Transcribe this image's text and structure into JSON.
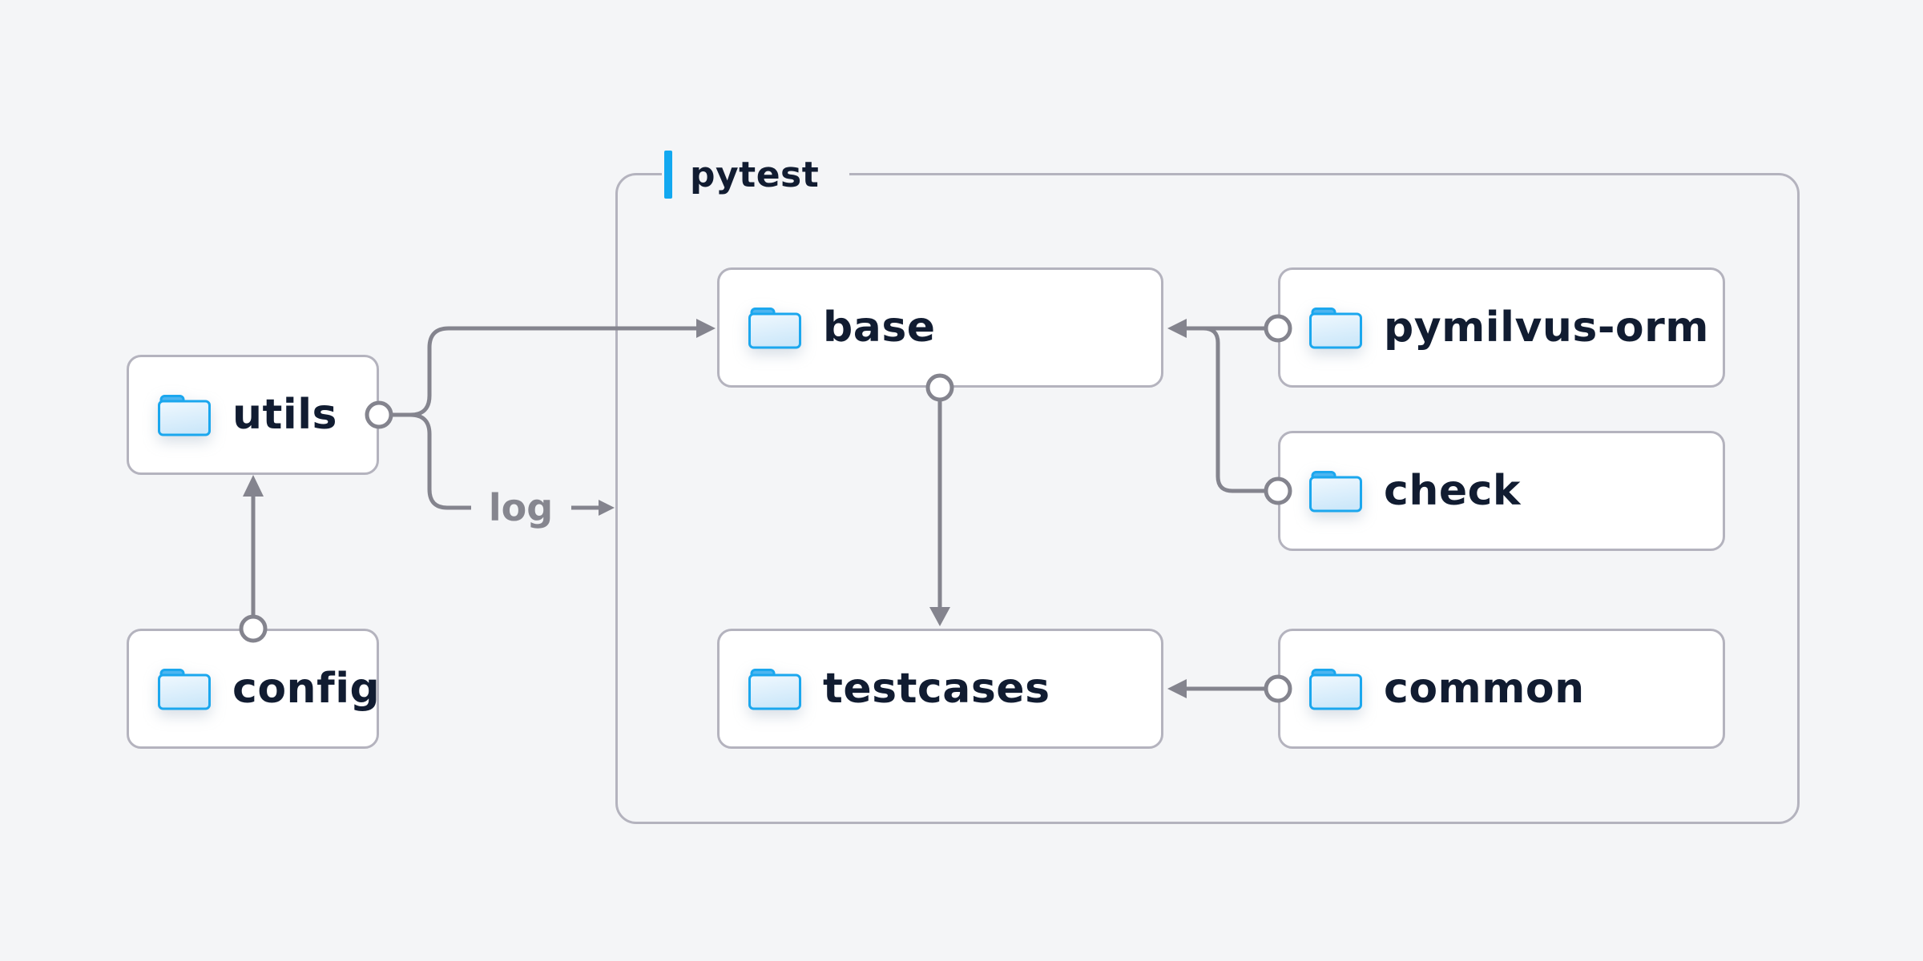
{
  "container": {
    "label": "pytest"
  },
  "nodes": {
    "utils": {
      "label": "utils"
    },
    "config": {
      "label": "config"
    },
    "base": {
      "label": "base"
    },
    "testcases": {
      "label": "testcases"
    },
    "pymilvus_orm": {
      "label": "pymilvus-orm"
    },
    "check": {
      "label": "check"
    },
    "common": {
      "label": "common"
    }
  },
  "edges": {
    "log_label": "log",
    "list": [
      {
        "from": "config",
        "to": "utils"
      },
      {
        "from": "utils",
        "to": "base"
      },
      {
        "from": "utils",
        "to": "log"
      },
      {
        "from": "pymilvus-orm",
        "to": "base"
      },
      {
        "from": "check",
        "to": "base"
      },
      {
        "from": "base",
        "to": "testcases"
      },
      {
        "from": "common",
        "to": "testcases"
      }
    ]
  },
  "colors": {
    "bg": "#f4f5f7",
    "node_fill": "#ffffff",
    "node_border": "#b4b3be",
    "line": "#84848e",
    "accent": "#12a8f0",
    "ink": "#111c31",
    "muted": "#86868f",
    "folder_stroke": "#1ba7ee",
    "folder_tab": "#4db5f0",
    "folder_body_light": "#f0f8fe",
    "folder_body_dark": "#cde8fa"
  }
}
